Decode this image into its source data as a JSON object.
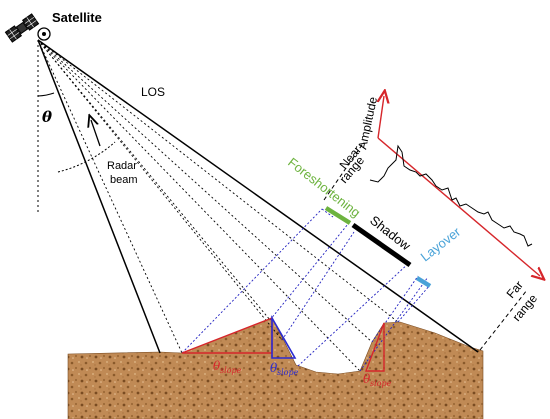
{
  "labels": {
    "satellite": "Satellite",
    "theta": "θ",
    "los": "LOS",
    "radar_beam_line1": "Radar",
    "radar_beam_line2": "beam",
    "amplitude": "Amplitude",
    "near_range_line1": "Near",
    "near_range_line2": "range",
    "far_range_line1": "Far",
    "far_range_line2": "range",
    "foreshortening": "Foreshortening",
    "shadow": "Shadow",
    "layover": "Layover",
    "theta_slope_1": "θ",
    "theta_slope_1_sub": "slope",
    "theta_slope_2": "θ",
    "theta_slope_2_sub": "slope",
    "theta_slope_3": "θ",
    "theta_slope_3_sub": "slope"
  },
  "colors": {
    "foreshortening": "#6db33f",
    "shadow": "#000000",
    "layover": "#4aa3d8",
    "amplitude_axes": "#d6262b",
    "slope_red": "#d6262b",
    "slope_blue": "#2b2bd0",
    "projection_lines": "#2020c0",
    "ground_fill": "#c08a55",
    "ground_dark": "#8a5a2b",
    "ground_light": "#e0b888"
  }
}
